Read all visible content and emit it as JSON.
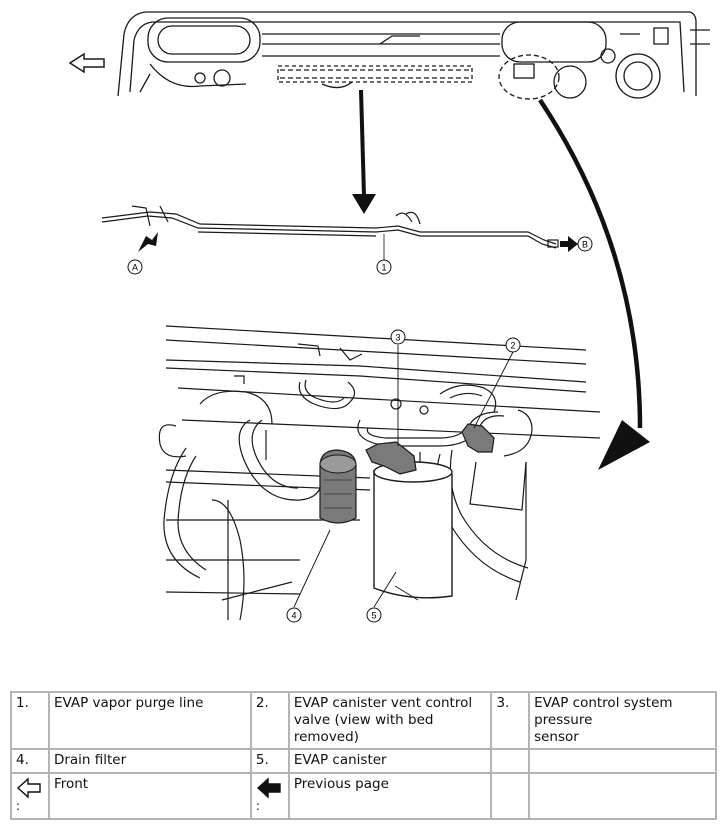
{
  "figure": {
    "callouts": {
      "c1": "1",
      "c2": "2",
      "c3": "3",
      "c4": "4",
      "c5": "5",
      "cA": "A",
      "cB": "B"
    }
  },
  "legend": {
    "rows": [
      [
        {
          "num": "1.",
          "text": "EVAP vapor purge line"
        },
        {
          "num": "2.",
          "text": "EVAP canister vent control valve (view with bed removed)"
        },
        {
          "num": "3.",
          "text": "EVAP control system pressure\nsensor"
        }
      ],
      [
        {
          "num": "4.",
          "text": "Drain filter"
        },
        {
          "num": "5.",
          "text": "EVAP canister"
        },
        {
          "num": "",
          "text": ""
        }
      ],
      [
        {
          "sym": "front-arrow-icon",
          "colon": ":",
          "text": "Front"
        },
        {
          "sym": "previous-page-arrow-icon",
          "colon": ":",
          "text": "Previous page"
        },
        {
          "num": "",
          "text": ""
        }
      ]
    ]
  }
}
